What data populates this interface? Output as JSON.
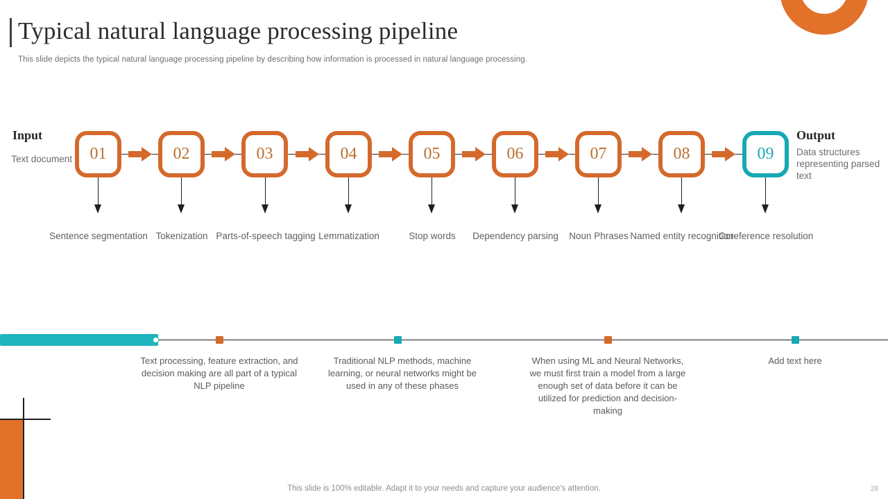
{
  "header": {
    "title": "Typical natural language processing pipeline",
    "subtitle": "This slide depicts the typical natural language processing pipeline by describing how information is processed in natural language processing."
  },
  "pipeline": {
    "input": {
      "heading": "Input",
      "description": "Text document"
    },
    "output": {
      "heading": "Output",
      "description": "Data structures representing parsed text"
    },
    "steps": [
      {
        "number": "01",
        "label": "Sentence segmentation",
        "accent": false
      },
      {
        "number": "02",
        "label": "Tokenization",
        "accent": false
      },
      {
        "number": "03",
        "label": "Parts-of-speech tagging",
        "accent": false
      },
      {
        "number": "04",
        "label": "Lemmatization",
        "accent": false
      },
      {
        "number": "05",
        "label": "Stop words",
        "accent": false
      },
      {
        "number": "06",
        "label": "Dependency parsing",
        "accent": false
      },
      {
        "number": "07",
        "label": "Noun Phrases",
        "accent": false
      },
      {
        "number": "08",
        "label": "Named entity recognition",
        "accent": false
      },
      {
        "number": "09",
        "label": "Coreference resolution",
        "accent": true
      }
    ]
  },
  "timeline": {
    "items": [
      {
        "marker": "teal",
        "text": "Text processing, feature extraction, and decision making are all part of a typical NLP pipeline"
      },
      {
        "marker": "teal",
        "text": "Traditional NLP methods, machine learning, or neural networks might be used in any of these phases"
      },
      {
        "marker": "orange",
        "text": "When using ML and Neural Networks, we must first train a model from a large enough set of data before it can be utilized for prediction and decision-making"
      },
      {
        "marker": "teal",
        "text": "Add text here"
      }
    ]
  },
  "footer": {
    "note": "This slide is 100% editable. Adapt it to your needs and capture your audience's attention.",
    "page_number": "28"
  },
  "colors": {
    "orange": "#d4692c",
    "orange_deco": "#e2712a",
    "teal": "#17a8b4",
    "teal_bar": "#20b4bd",
    "text_gray": "#5f5f5f"
  }
}
